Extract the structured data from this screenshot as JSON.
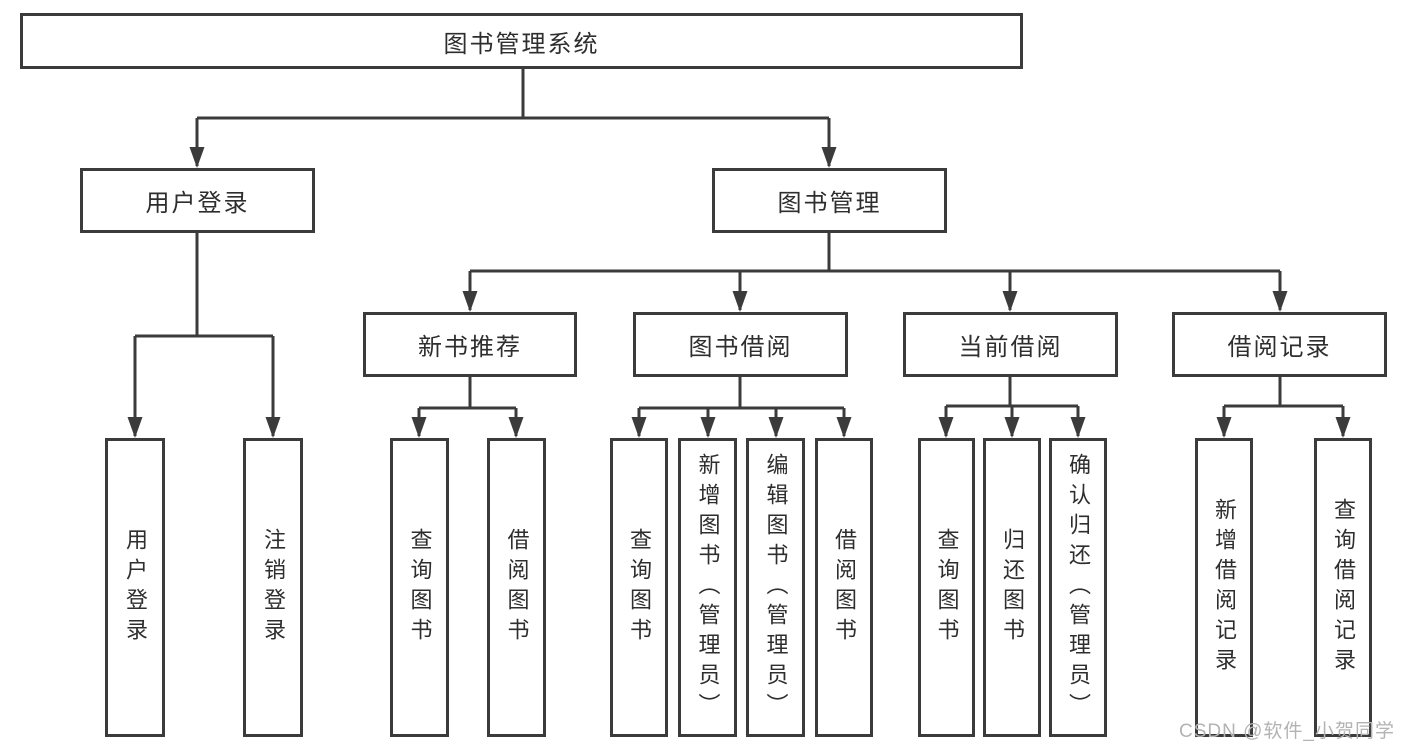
{
  "nodes": {
    "root": {
      "label": "图书管理系统"
    },
    "user_login": {
      "label": "用户登录"
    },
    "book_management": {
      "label": "图书管理"
    },
    "new_book_recommend": {
      "label": "新书推荐"
    },
    "book_borrowing": {
      "label": "图书借阅"
    },
    "current_borrowing": {
      "label": "当前借阅"
    },
    "borrowing_records": {
      "label": "借阅记录"
    },
    "ul_user_login": {
      "label": "用户登录"
    },
    "ul_logout": {
      "label": "注销登录"
    },
    "nb_query_books": {
      "label": "查询图书"
    },
    "nb_borrow_books": {
      "label": "借阅图书"
    },
    "bb_query_books": {
      "label": "查询图书"
    },
    "bb_add_books": {
      "label": "新增图书（管理员）"
    },
    "bb_edit_books": {
      "label": "编辑图书（管理员）"
    },
    "bb_borrow_books": {
      "label": "借阅图书"
    },
    "cb_query_books": {
      "label": "查询图书"
    },
    "cb_return_books": {
      "label": "归还图书"
    },
    "cb_confirm_return": {
      "label": "确认归还（管理员）"
    },
    "br_add_record": {
      "label": "新增借阅记录"
    },
    "br_query_record": {
      "label": "查询借阅记录"
    }
  },
  "edges": [
    [
      "root",
      "user_login"
    ],
    [
      "root",
      "book_management"
    ],
    [
      "user_login",
      "ul_user_login"
    ],
    [
      "user_login",
      "ul_logout"
    ],
    [
      "book_management",
      "new_book_recommend"
    ],
    [
      "book_management",
      "book_borrowing"
    ],
    [
      "book_management",
      "current_borrowing"
    ],
    [
      "book_management",
      "borrowing_records"
    ],
    [
      "new_book_recommend",
      "nb_query_books"
    ],
    [
      "new_book_recommend",
      "nb_borrow_books"
    ],
    [
      "book_borrowing",
      "bb_query_books"
    ],
    [
      "book_borrowing",
      "bb_add_books"
    ],
    [
      "book_borrowing",
      "bb_edit_books"
    ],
    [
      "book_borrowing",
      "bb_borrow_books"
    ],
    [
      "current_borrowing",
      "cb_query_books"
    ],
    [
      "current_borrowing",
      "cb_return_books"
    ],
    [
      "current_borrowing",
      "cb_confirm_return"
    ],
    [
      "borrowing_records",
      "br_add_record"
    ],
    [
      "borrowing_records",
      "br_query_record"
    ]
  ],
  "watermark": {
    "text": "CSDN @软件_小贺同学"
  },
  "colors": {
    "line": "#3b3b3b",
    "text": "#2e2e2e",
    "watermark": "#b3b3b3",
    "background": "#ffffff"
  }
}
